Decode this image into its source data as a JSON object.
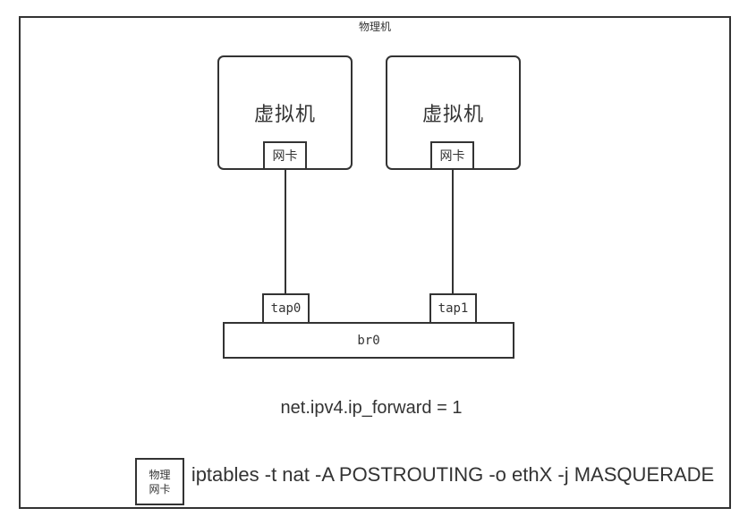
{
  "diagram": {
    "host_label": "物理机",
    "vm1": {
      "label": "虚拟机",
      "nic_label": "网卡",
      "tap_label": "tap0"
    },
    "vm2": {
      "label": "虚拟机",
      "nic_label": "网卡",
      "tap_label": "tap1"
    },
    "bridge_label": "br0",
    "sysctl_text": "net.ipv4.ip_forward = 1",
    "phys_nic": {
      "line1": "物理",
      "line2": "网卡"
    },
    "iptables_text": "iptables -t nat -A POSTROUTING -o ethX -j MASQUERADE",
    "colors": {
      "stroke": "#333333",
      "text": "#333333",
      "background": "#ffffff"
    }
  }
}
